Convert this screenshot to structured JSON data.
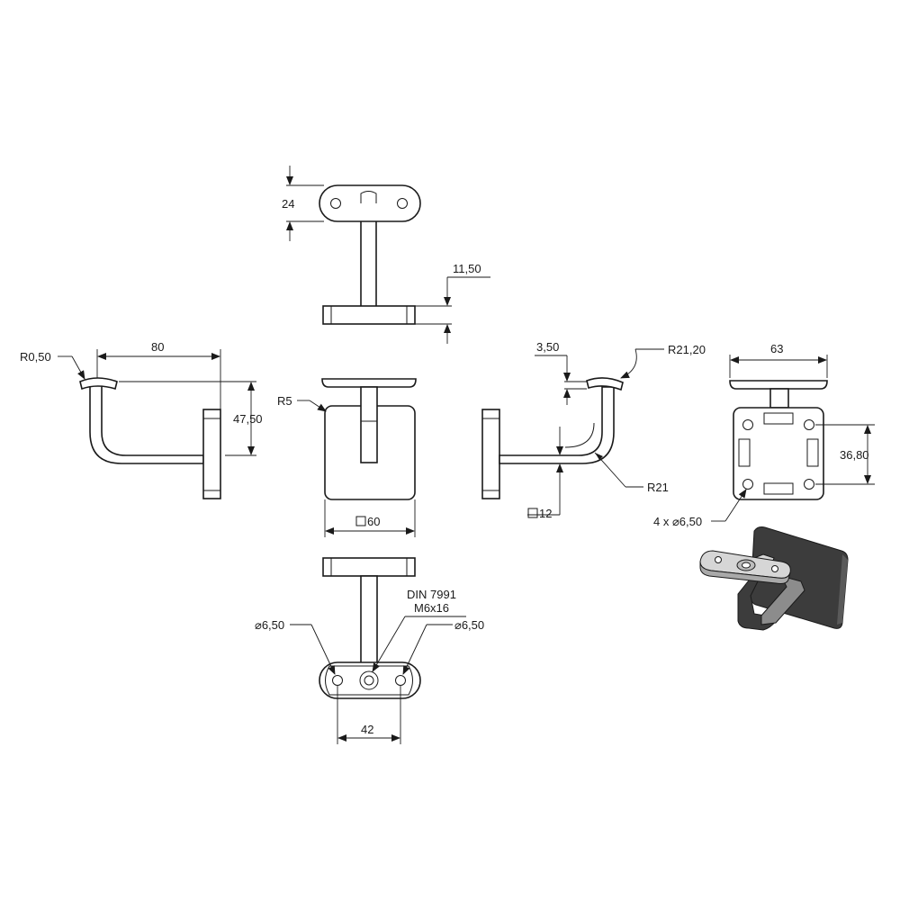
{
  "dimensions": {
    "top_plate_width": "24",
    "base_plate_thickness": "11,50",
    "radius_small": "R0,50",
    "projection_length": "80",
    "projection_height": "47,50",
    "corner_radius": "R5",
    "square_plate": "60",
    "saddle_offset": "3,50",
    "saddle_radius": "R21,20",
    "bend_radius": "R21",
    "bar_square": "12",
    "plate_width": "63",
    "hole_spacing_vertical": "36,80",
    "holes_count_dia": "4 x ",
    "holes_dia": "6,50",
    "screw_standard": "DIN 7991",
    "screw_size": "M6x16",
    "saddle_hole_left": "6,50",
    "saddle_hole_right": "6,50",
    "saddle_hole_spacing": "42"
  },
  "colors": {
    "line": "#1a1a1a",
    "render_dark": "#3c3c3c",
    "render_mid": "#8c8c8c",
    "render_light": "#d6d6d6"
  }
}
